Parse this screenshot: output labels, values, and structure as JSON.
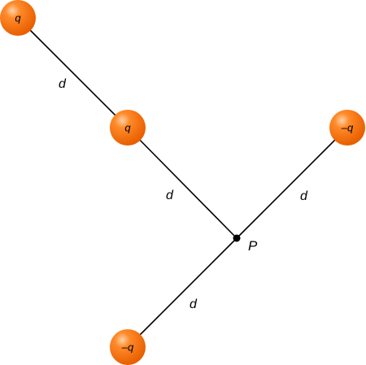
{
  "diagram": {
    "charges": [
      {
        "id": "charge-q-top",
        "label": "q",
        "sign": "positive"
      },
      {
        "id": "charge-q-middle",
        "label": "q",
        "sign": "positive"
      },
      {
        "id": "charge-neg-q-right",
        "label": "–q",
        "sign": "negative"
      },
      {
        "id": "charge-neg-q-bottom",
        "label": "–q",
        "sign": "negative"
      }
    ],
    "distance_labels": [
      "d",
      "d",
      "d",
      "d"
    ],
    "point": {
      "label": "P"
    },
    "colors": {
      "charge_light": "#ffd2a8",
      "charge_mid": "#ff8a2a",
      "charge_dark": "#e85f00",
      "line": "#000000"
    }
  }
}
